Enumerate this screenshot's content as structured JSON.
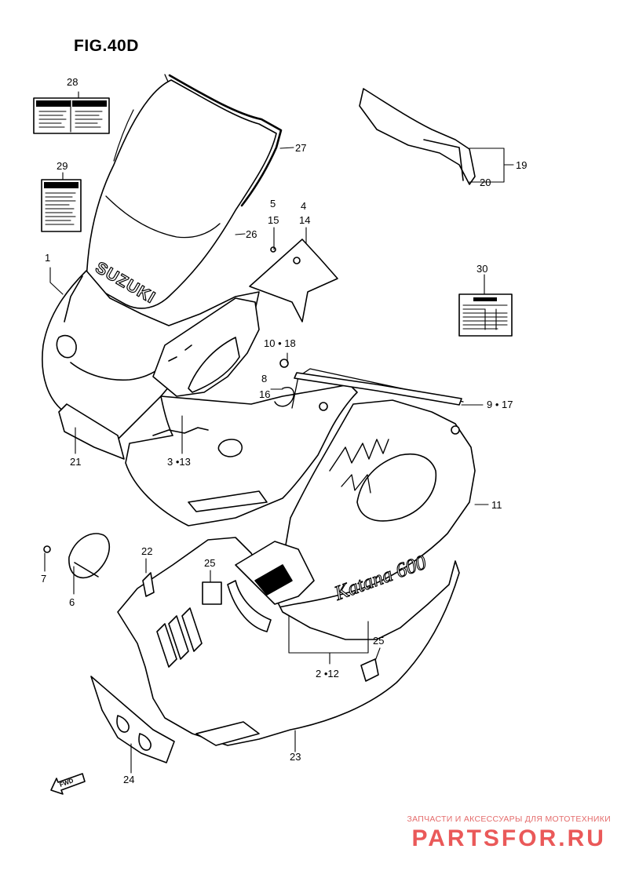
{
  "figure": {
    "title": "FIG.40D"
  },
  "callouts": {
    "c1": "1",
    "c2_12": "2 •12",
    "c3_13": "3 •13",
    "c4": "4",
    "c5": "5",
    "c6": "6",
    "c7": "7",
    "c8": "8",
    "c9_17": "9 • 17",
    "c10_18": "10 • 18",
    "c11": "11",
    "c14": "14",
    "c15": "15",
    "c16": "16",
    "c19": "19",
    "c20": "20",
    "c21": "21",
    "c22": "22",
    "c23": "23",
    "c24": "24",
    "c25a": "25",
    "c25b": "25",
    "c26": "26",
    "c27": "27",
    "c28": "28",
    "c29": "29",
    "c30": "30"
  },
  "part_text": {
    "brand_lettering": "SUZUKI",
    "model_lettering": "Katana 600",
    "fwd_arrow": "FWD"
  },
  "watermark": {
    "line": "ЗАПЧАСТИ И АКСЕССУАРЫ ДЛЯ МОТОТЕХНИКИ",
    "logo": "PARTSFOR.RU"
  },
  "colors": {
    "line": "#000000",
    "watermark": "#e46c6c"
  }
}
